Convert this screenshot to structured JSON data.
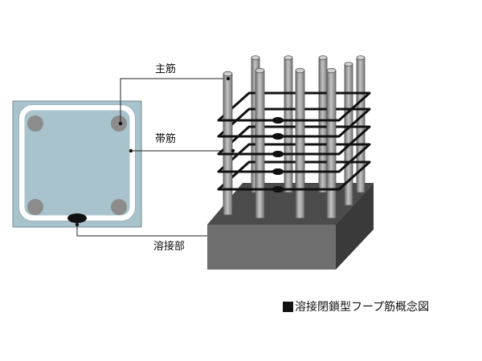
{
  "labels": {
    "main_rebar": "主筋",
    "hoop": "帯筋",
    "weld": "溶接部"
  },
  "caption": {
    "text": "溶接閉鎖型フープ筋概念図"
  },
  "colors": {
    "section_fill": "#a9c3cc",
    "hoop_white": "#ffffff",
    "bar_gray": "#8c8c8c",
    "base_top": "#4b4b4b",
    "base_front": "#6e6e6e",
    "base_side": "#3a3a3a",
    "hoop_wire": "#111111"
  }
}
